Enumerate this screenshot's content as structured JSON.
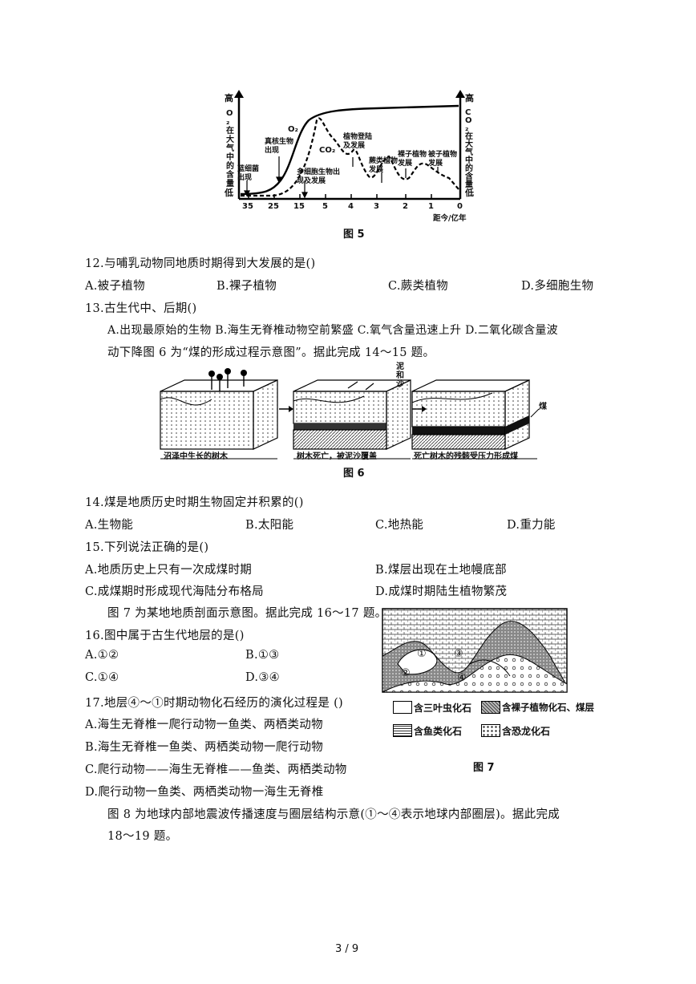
{
  "fig5": {
    "caption": "图 5",
    "left_axis": {
      "top": "高",
      "label": "O₂在大气中的含量",
      "bottom": "低"
    },
    "right_axis": {
      "top": "高",
      "label": "CO₂在大气中的含量",
      "bottom": "低"
    },
    "x_ticks": [
      "35",
      "25",
      "15",
      "5",
      "4",
      "3",
      "2",
      "1",
      "0"
    ],
    "x_unit": "距今/亿年",
    "curve_labels": {
      "o2": "O₂",
      "co2": "CO₂"
    },
    "events": [
      "蓝细菌出现",
      "真核生物出现",
      "多细胞生物出现及发展",
      "植物登陆及发展",
      "蕨类植物发展",
      "裸子植物发展",
      "被子植物发展"
    ]
  },
  "q12": {
    "stem": "12.与哺乳动物同地质时期得到大发展的是()",
    "options": [
      "A.被子植物",
      "B.裸子植物",
      "C.蕨类植物",
      "D.多细胞生物"
    ]
  },
  "q13": {
    "stem": "13.古生代中、后期()",
    "line1": "A.出现最原始的生物  B.海生无脊椎动物空前繁盛  C.氧气含量迅速上升  D.二氧化碳含量波",
    "line2": "动下降图 6 为“煤的形成过程示意图”。据此完成 14～15 题。"
  },
  "fig6": {
    "caption": "图 6",
    "labels": [
      "沼泽中生长的树木",
      "树木死亡，被泥沙覆盖",
      "死亡树木的残骸受压力形成煤"
    ],
    "side_top": "泥和沙",
    "side_right": "煤"
  },
  "q14": {
    "stem": "14.煤是地质历史时期生物固定并积累的()",
    "options": [
      "A.生物能",
      "B.太阳能",
      "C.地热能",
      "D.重力能"
    ]
  },
  "q15": {
    "stem": "15.下列说法正确的是()",
    "options": [
      "A.地质历史上只有一次成煤时期",
      "B.煤层出现在土地幔底部",
      "C.成煤期时形成现代海陆分布格局",
      "D.成煤时期陆生植物繁茂"
    ]
  },
  "intro7": "图 7 为某地地质剖面示意图。据此完成 16～17 题。",
  "q16": {
    "stem": "16.图中属于古生代地层的是()",
    "options": [
      "A.①②",
      "B.①③",
      "C.①④",
      "D.③④"
    ]
  },
  "q17": {
    "stem": "17.地层④～①时期动物化石经历的演化过程是 ()",
    "options": [
      "A.海生无脊椎一爬行动物一鱼类、两栖类动物",
      "B.海生无脊椎一鱼类、两栖类动物一爬行动物",
      "C.爬行动物——海生无脊椎——鱼类、两栖类动物",
      "D.爬行动物一鱼类、两栖类动物一海生无脊椎"
    ]
  },
  "fig7": {
    "caption": "图 7",
    "markers": [
      "①",
      "②",
      "③",
      "④"
    ],
    "legend": [
      "含三叶虫化石",
      "含裸子植物化石、煤层",
      "含鱼类化石",
      "含恐龙化石"
    ]
  },
  "intro8": {
    "line1": "图 8 为地球内部地震波传播速度与圈层结构示意(①～④表示地球内部圈层)。据此完成",
    "line2": "18～19 题。"
  },
  "page_number": "3 / 9"
}
